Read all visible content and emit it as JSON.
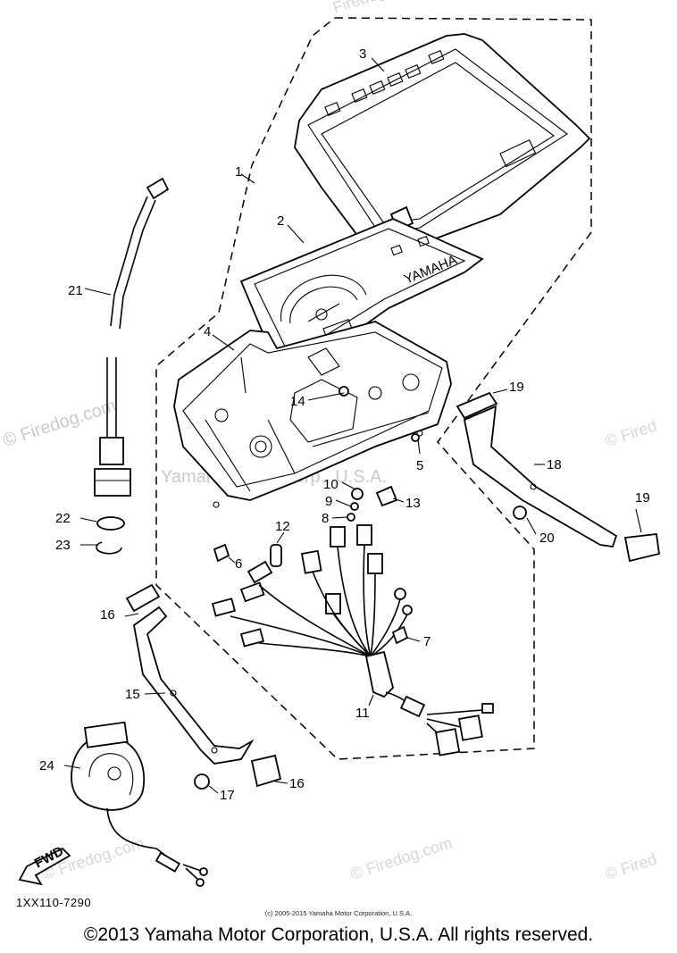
{
  "diagram": {
    "watermarks": {
      "site": "© Firedog.com",
      "site_short": "Firedog.com",
      "site_right": "© Fired",
      "center": "Yamaha Motor Corp., U.S.A."
    },
    "brand_on_panel": "YAMAHA",
    "fwd_label": "FWD",
    "labels": [
      "1",
      "2",
      "3",
      "4",
      "5",
      "6",
      "7",
      "8",
      "9",
      "10",
      "11",
      "12",
      "13",
      "14",
      "15",
      "16",
      "17",
      "18",
      "19",
      "20",
      "21",
      "22",
      "23",
      "24"
    ]
  },
  "footer": {
    "diagram_code": "1XX110-7290",
    "small_copyright": "(c) 2005-2015 Yamaha Motor Corporation, U.S.A.",
    "copyright": "©2013 Yamaha Motor Corporation, U.S.A. All rights reserved."
  }
}
